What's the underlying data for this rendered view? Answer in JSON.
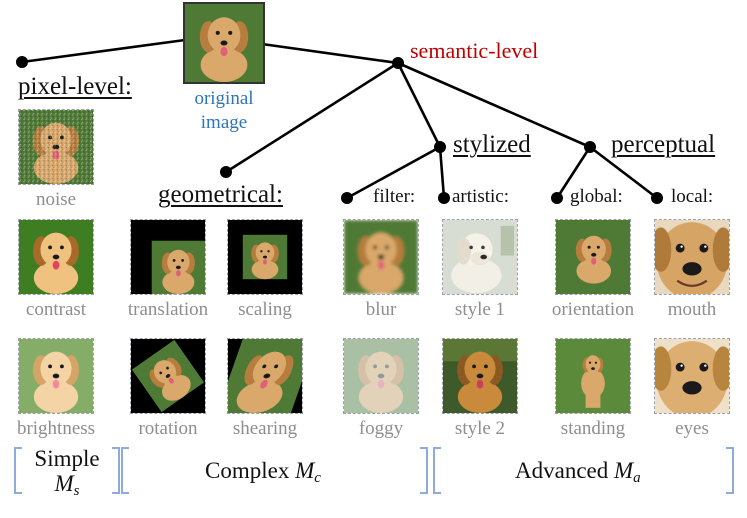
{
  "labels": {
    "semantic_level": "semantic-level",
    "original_image_line1": "original",
    "original_image_line2": "image",
    "pixel_level": "pixel-level:",
    "geometrical": "geometrical:",
    "stylized": "stylized",
    "perceptual": "perceptual",
    "filter": "filter:",
    "artistic": "artistic:",
    "global": "global:",
    "local": "local:"
  },
  "captions": {
    "noise": "noise",
    "contrast": "contrast",
    "brightness": "brightness",
    "translation": "translation",
    "scaling": "scaling",
    "rotation": "rotation",
    "shearing": "shearing",
    "blur": "blur",
    "foggy": "foggy",
    "style1": "style 1",
    "style2": "style 2",
    "orientation": "orientation",
    "standing": "standing",
    "mouth": "mouth",
    "eyes": "eyes"
  },
  "groups": {
    "simple_word": "Simple",
    "simple_sym": "M",
    "simple_sub": "s",
    "complex_word": "Complex",
    "complex_sym": "M",
    "complex_sub": "c",
    "advanced_word": "Advanced",
    "advanced_sym": "M",
    "advanced_sub": "a"
  },
  "colors": {
    "root_label": "#c00000",
    "original_label": "#2e75b6",
    "caption": "#8e8e8e",
    "bracket": "#8faadc",
    "tree_line": "#000000"
  },
  "icons": {
    "image_thumbnail": "golden-retriever-photo"
  }
}
